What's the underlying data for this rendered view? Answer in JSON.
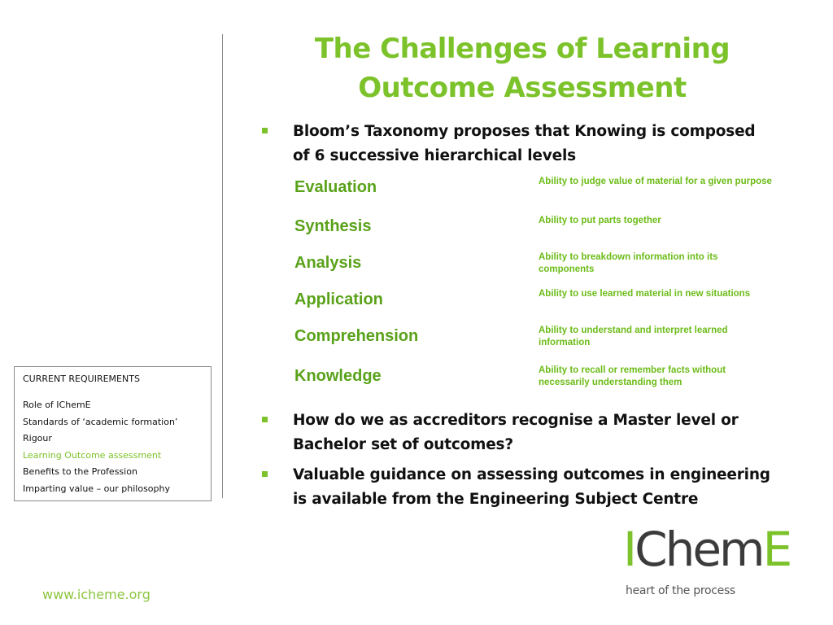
{
  "title": {
    "line1": "The Challenges of Learning",
    "line2": "Outcome Assessment"
  },
  "bullets": [
    {
      "line1": "Bloom’s Taxonomy proposes that Knowing is composed",
      "line2": "of 6 successive hierarchical levels"
    },
    {
      "line1": "How do we as accreditors recognise a Master level or",
      "line2": "Bachelor set of outcomes?"
    },
    {
      "line1": "Valuable guidance on assessing outcomes in engineering",
      "line2": "is available from the Engineering Subject Centre"
    }
  ],
  "bloom": [
    {
      "level": "Evaluation",
      "desc": "Ability to judge value of material for a given purpose"
    },
    {
      "level": "Synthesis",
      "desc": "Ability to put parts together"
    },
    {
      "level": "Analysis",
      "desc": "Ability to breakdown information into its components"
    },
    {
      "level": "Application",
      "desc": "Ability to use learned material in new situations"
    },
    {
      "level": "Comprehension",
      "desc": "Ability to understand and interpret learned information"
    },
    {
      "level": "Knowledge",
      "desc": "Ability to recall or remember facts without necessarily understanding them"
    }
  ],
  "requirements": {
    "heading": "CURRENT REQUIREMENTS",
    "items": [
      "Role of IChemE",
      "Standards of ‘academic formation’",
      "Rigour",
      "Learning Outcome assessment",
      "Benefits to the Profession",
      "Imparting value – our philosophy"
    ],
    "active_item": "Learning Outcome assessment"
  },
  "footer": {
    "website": "www.icheme.org"
  },
  "logo": {
    "part1": "I",
    "part2": "Chem",
    "part3": "E",
    "tagline": "heart of the process"
  },
  "colors": {
    "accent_green": "#7cc22a",
    "text_dark": "#111111",
    "logo_dark": "#3b3b3b"
  }
}
